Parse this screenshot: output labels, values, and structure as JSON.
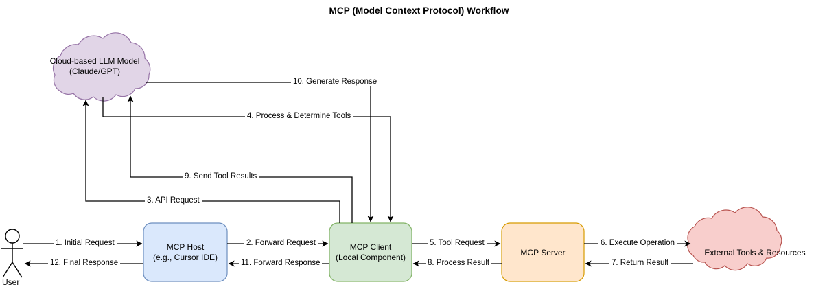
{
  "title": "MCP (Model Context Protocol) Workflow",
  "nodes": {
    "llm_cloud": {
      "label": "Cloud-based LLM Model\n(Claude/GPT)",
      "fill": "#e1d5e7",
      "stroke": "#9673a6",
      "shape": "cloud"
    },
    "user": {
      "label": "User",
      "shape": "actor"
    },
    "mcp_host": {
      "label": "MCP Host\n(e.g., Cursor IDE)",
      "fill": "#dae8fc",
      "stroke": "#6c8ebf",
      "shape": "rounded-rect"
    },
    "mcp_client": {
      "label": "MCP Client\n(Local Component)",
      "fill": "#d5e8d4",
      "stroke": "#82b366",
      "shape": "rounded-rect"
    },
    "mcp_server": {
      "label": "MCP Server",
      "fill": "#ffe6cc",
      "stroke": "#d79b00",
      "shape": "rounded-rect"
    },
    "ext_tools": {
      "label": "External Tools & Resources",
      "fill": "#f8cecc",
      "stroke": "#b85450",
      "shape": "cloud"
    }
  },
  "edges": [
    {
      "id": "e1",
      "label": "1. Initial Request",
      "from": "user",
      "to": "mcp_host"
    },
    {
      "id": "e2",
      "label": "2. Forward Request",
      "from": "mcp_host",
      "to": "mcp_client"
    },
    {
      "id": "e3",
      "label": "3. API Request",
      "from": "mcp_client",
      "to": "llm_cloud"
    },
    {
      "id": "e4",
      "label": "4. Process & Determine Tools",
      "from": "llm_cloud",
      "to": "mcp_client"
    },
    {
      "id": "e5",
      "label": "5. Tool Request",
      "from": "mcp_client",
      "to": "mcp_server"
    },
    {
      "id": "e6",
      "label": "6. Execute Operation",
      "from": "mcp_server",
      "to": "ext_tools"
    },
    {
      "id": "e7",
      "label": "7. Return Result",
      "from": "ext_tools",
      "to": "mcp_server"
    },
    {
      "id": "e8",
      "label": "8. Process Result",
      "from": "mcp_server",
      "to": "mcp_client"
    },
    {
      "id": "e9",
      "label": "9. Send Tool Results",
      "from": "mcp_client",
      "to": "llm_cloud"
    },
    {
      "id": "e10",
      "label": "10. Generate Response",
      "from": "llm_cloud",
      "to": "mcp_client"
    },
    {
      "id": "e11",
      "label": "11. Forward Response",
      "from": "mcp_client",
      "to": "mcp_host"
    },
    {
      "id": "e12",
      "label": "12. Final Response",
      "from": "mcp_host",
      "to": "user"
    }
  ],
  "style": {
    "line": "#000000",
    "background": "#ffffff"
  }
}
